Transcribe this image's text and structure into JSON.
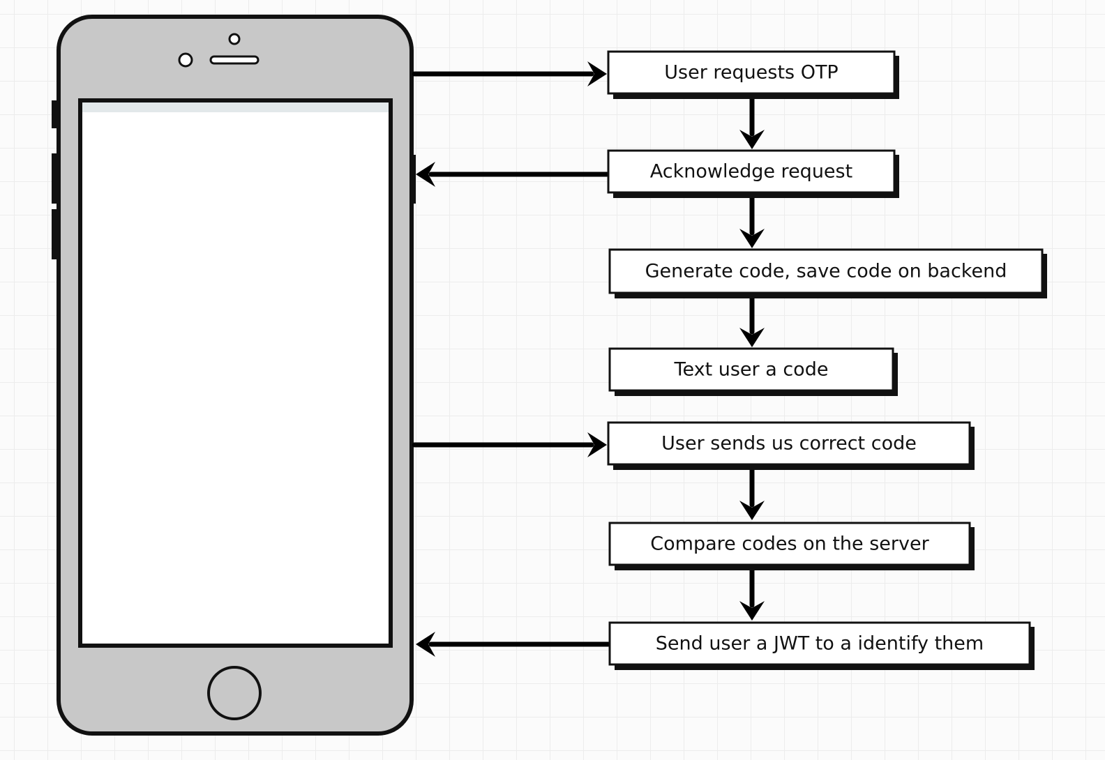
{
  "steps": [
    {
      "id": "step-1",
      "label": "User requests OTP"
    },
    {
      "id": "step-2",
      "label": "Acknowledge request"
    },
    {
      "id": "step-3",
      "label": "Generate code, save code on backend"
    },
    {
      "id": "step-4",
      "label": "Text user a code"
    },
    {
      "id": "step-5",
      "label": "User sends us correct code"
    },
    {
      "id": "step-6",
      "label": "Compare codes on the server"
    },
    {
      "id": "step-7",
      "label": "Send user a JWT to a identify them"
    }
  ],
  "phone_arrows": [
    {
      "from": "phone",
      "to": "step-1"
    },
    {
      "from": "step-2",
      "to": "phone"
    },
    {
      "from": "phone",
      "to": "step-5"
    },
    {
      "from": "step-7",
      "to": "phone"
    }
  ],
  "flow_arrows": [
    {
      "from": "step-1",
      "to": "step-2"
    },
    {
      "from": "step-2",
      "to": "step-3"
    },
    {
      "from": "step-3",
      "to": "step-4"
    },
    {
      "from": "step-5",
      "to": "step-6"
    },
    {
      "from": "step-6",
      "to": "step-7"
    }
  ],
  "colors": {
    "phone_body": "#c8c8c8",
    "outline": "#111111",
    "screen": "#ffffff",
    "screen_tint": "#e2e8ea"
  }
}
